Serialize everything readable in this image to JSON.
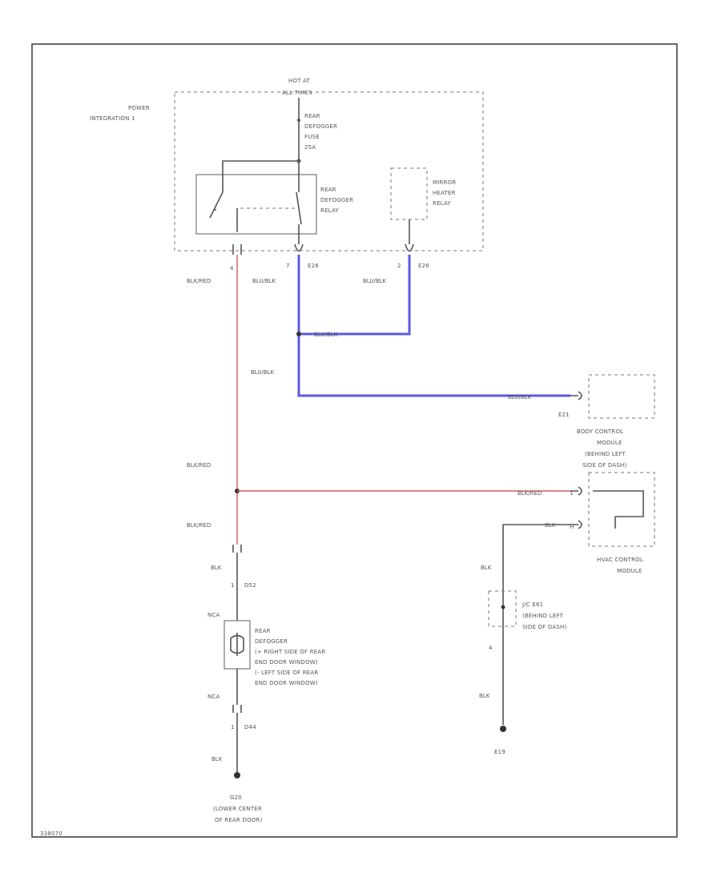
{
  "colors": {
    "blu_blk": "#5a5ae6",
    "blk_red": "#d65a5a",
    "blk": "#444444"
  },
  "labels": {
    "hot_at": "HOT AT",
    "all_times": "ALL TIMES",
    "power_integration_1": "POWER",
    "power_integration_2": "INTEGRATION 1",
    "rear_defogger_fuse_1": "REAR",
    "rear_defogger_fuse_2": "DEFOGGER",
    "rear_defogger_fuse_3": "FUSE",
    "rear_defogger_fuse_4": "25A",
    "rear_defogger_relay_1": "REAR",
    "rear_defogger_relay_2": "DEFOGGER",
    "rear_defogger_relay_3": "RELAY",
    "mirror_heater_relay_1": "MIRROR",
    "mirror_heater_relay_2": "HEATER",
    "mirror_heater_relay_3": "RELAY",
    "pin_4": "4",
    "pin_7": "7",
    "e26_a": "E26",
    "pin_2": "2",
    "e26_b": "E26",
    "body_control_1": "BODY CONTROL",
    "body_control_2": "MODULE",
    "body_control_3": "(BEHIND LEFT",
    "body_control_4": "SIDE OF DASH)",
    "e21": "E21",
    "hvac_1": "HVAC CONTROL",
    "hvac_2": "MODULE",
    "pin_1_h": "1",
    "pin_h": "H",
    "j_c_e61_1": "J/C E61",
    "j_c_e61_2": "(BEHIND LEFT",
    "j_c_e61_3": "SIDE OF DASH)",
    "pin_4_b": "4",
    "e19": "E19",
    "pin_1_d52": "1",
    "d52": "D52",
    "rear_defogger_1": "REAR",
    "rear_defogger_2": "DEFOGGER",
    "rear_defogger_3": "(+ RIGHT SIDE OF REAR",
    "rear_defogger_4": "END DOOR WINDOW)",
    "rear_defogger_5": "(- LEFT SIDE OF REAR",
    "rear_defogger_6": "END DOOR WINDOW)",
    "pin_1_d44": "1",
    "d44": "D44",
    "g20_1": "G20",
    "g20_2": "(LOWER CENTER",
    "g20_3": "OF REAR DOOR)",
    "nca_top": "NCA",
    "nca_bottom": "NCA",
    "footer_code": "338070"
  },
  "wire_labels": {
    "blk_red_1": "BLK/RED",
    "blu_blk_1": "BLU/BLK",
    "blu_blk_2": "BLU/BLK",
    "blu_blk_3": "BLU/BLK",
    "blu_blk_4": "BLU/BLK",
    "blu_blk_5": "BLU/BLK",
    "blk_red_2": "BLK/RED",
    "blk_red_3": "BLK/RED",
    "blk_red_4": "BLK/RED",
    "blk_1": "BLK",
    "blk_2": "BLK",
    "blk_3": "BLK",
    "blk_4": "BLK",
    "blk_5": "BLK"
  }
}
